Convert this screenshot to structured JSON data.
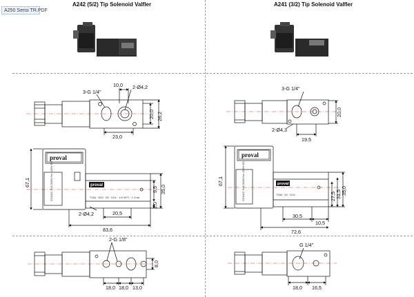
{
  "tab": {
    "label": "A250 Serisi TR.PDF"
  },
  "left": {
    "title": "A242 (5/2) Tip Solenoid Valfler",
    "top_view": {
      "port_label": "3-G 1/4\"",
      "d_top": "10,0",
      "holes": "2-Ø4,2",
      "d_h1": "20,0",
      "d_h2": "26,2",
      "d_bottom": "23,0"
    },
    "side_view": {
      "height": "67,1",
      "d1": "35,0",
      "d2": "9,5",
      "d3": "2,0",
      "d4": "20,5",
      "holes": "2-Ø4,2",
      "length": "83,6",
      "brand": "proval",
      "coil_text": "220VAC 5VA 50/60 Hz 100% ED",
      "label_text": "TG6A · 3020 · 5/2 · G1/4 · -10/+60°C · 2..8 bar"
    },
    "bottom_view": {
      "port_label": "2-G 1/8\"",
      "d_right": "8,0",
      "d1": "18,0",
      "d2": "18,0",
      "d3": "13,0"
    }
  },
  "right": {
    "title": "A241 (3/2) Tip Solenoid Valfler",
    "top_view": {
      "port_label": "3-G 1/4\"",
      "d_h": "20,0",
      "holes": "2-Ø4,3",
      "d_bottom": "19,5"
    },
    "side_view": {
      "height": "67,1",
      "d1": "35,0",
      "d2": "31,5",
      "d3": "27,5",
      "d4": "30,5",
      "d5": "10,5",
      "length": "72,6",
      "brand": "proval",
      "coil_text": "220VAC 5VA 50/60 Hz 100% ED",
      "label_text": "TG6A · 3/2 · G1/4"
    },
    "bottom_view": {
      "port_label": "G 1/4\"",
      "d1": "18,0",
      "d2": "16,5"
    }
  }
}
